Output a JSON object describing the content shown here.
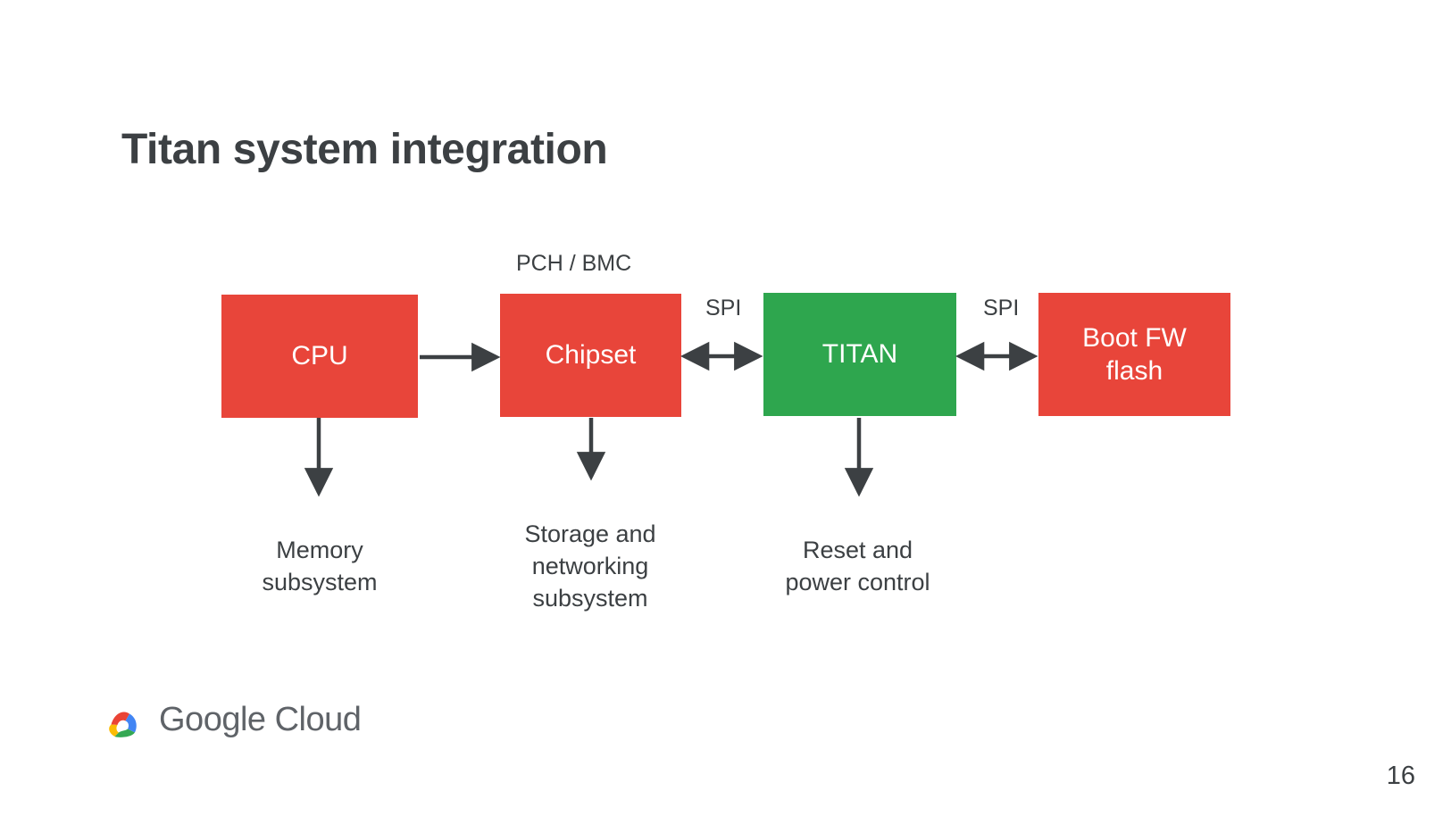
{
  "slide": {
    "title": "Titan system integration",
    "page_number": "16",
    "background_color": "#ffffff",
    "title_color": "#3c4043"
  },
  "colors": {
    "red": "#e8453a",
    "green": "#2ea64e",
    "arrow": "#3c4043",
    "text": "#3c4043",
    "box_text": "#ffffff",
    "logo_red": "#ea4335",
    "logo_blue": "#4285f4",
    "logo_yellow": "#fbbc04",
    "logo_green": "#34a853",
    "logo_wordmark": "#5f6368"
  },
  "diagram": {
    "nodes": [
      {
        "id": "cpu",
        "label": "CPU",
        "color": "red"
      },
      {
        "id": "chipset",
        "label": "Chipset",
        "color": "red"
      },
      {
        "id": "titan",
        "label": "TITAN",
        "color": "green"
      },
      {
        "id": "bootfw",
        "label": "Boot FW\nflash",
        "color": "red"
      }
    ],
    "edge_labels": [
      {
        "id": "pch",
        "text": "PCH / BMC",
        "attached_to": "chipset"
      },
      {
        "id": "spi-1",
        "text": "SPI",
        "attached_to": "chipset-titan"
      },
      {
        "id": "spi-2",
        "text": "SPI",
        "attached_to": "titan-bootfw"
      }
    ],
    "connections": [
      {
        "from": "cpu",
        "to": "chipset",
        "type": "single-arrow-right"
      },
      {
        "from": "chipset",
        "to": "titan",
        "type": "double-arrow"
      },
      {
        "from": "titan",
        "to": "bootfw",
        "type": "double-arrow"
      },
      {
        "from": "cpu",
        "to": "memory-subsystem",
        "type": "single-arrow-down"
      },
      {
        "from": "chipset",
        "to": "storage-networking",
        "type": "single-arrow-down"
      },
      {
        "from": "titan",
        "to": "reset-power-control",
        "type": "single-arrow-down"
      }
    ],
    "descenders": [
      {
        "id": "memory",
        "text": "Memory\nsubsystem"
      },
      {
        "id": "storage",
        "text": "Storage and\nnetworking\nsubsystem"
      },
      {
        "id": "reset",
        "text": "Reset and\npower control"
      }
    ]
  },
  "branding": {
    "wordmark": "Google Cloud",
    "icon_name": "google-cloud-logo-icon"
  }
}
